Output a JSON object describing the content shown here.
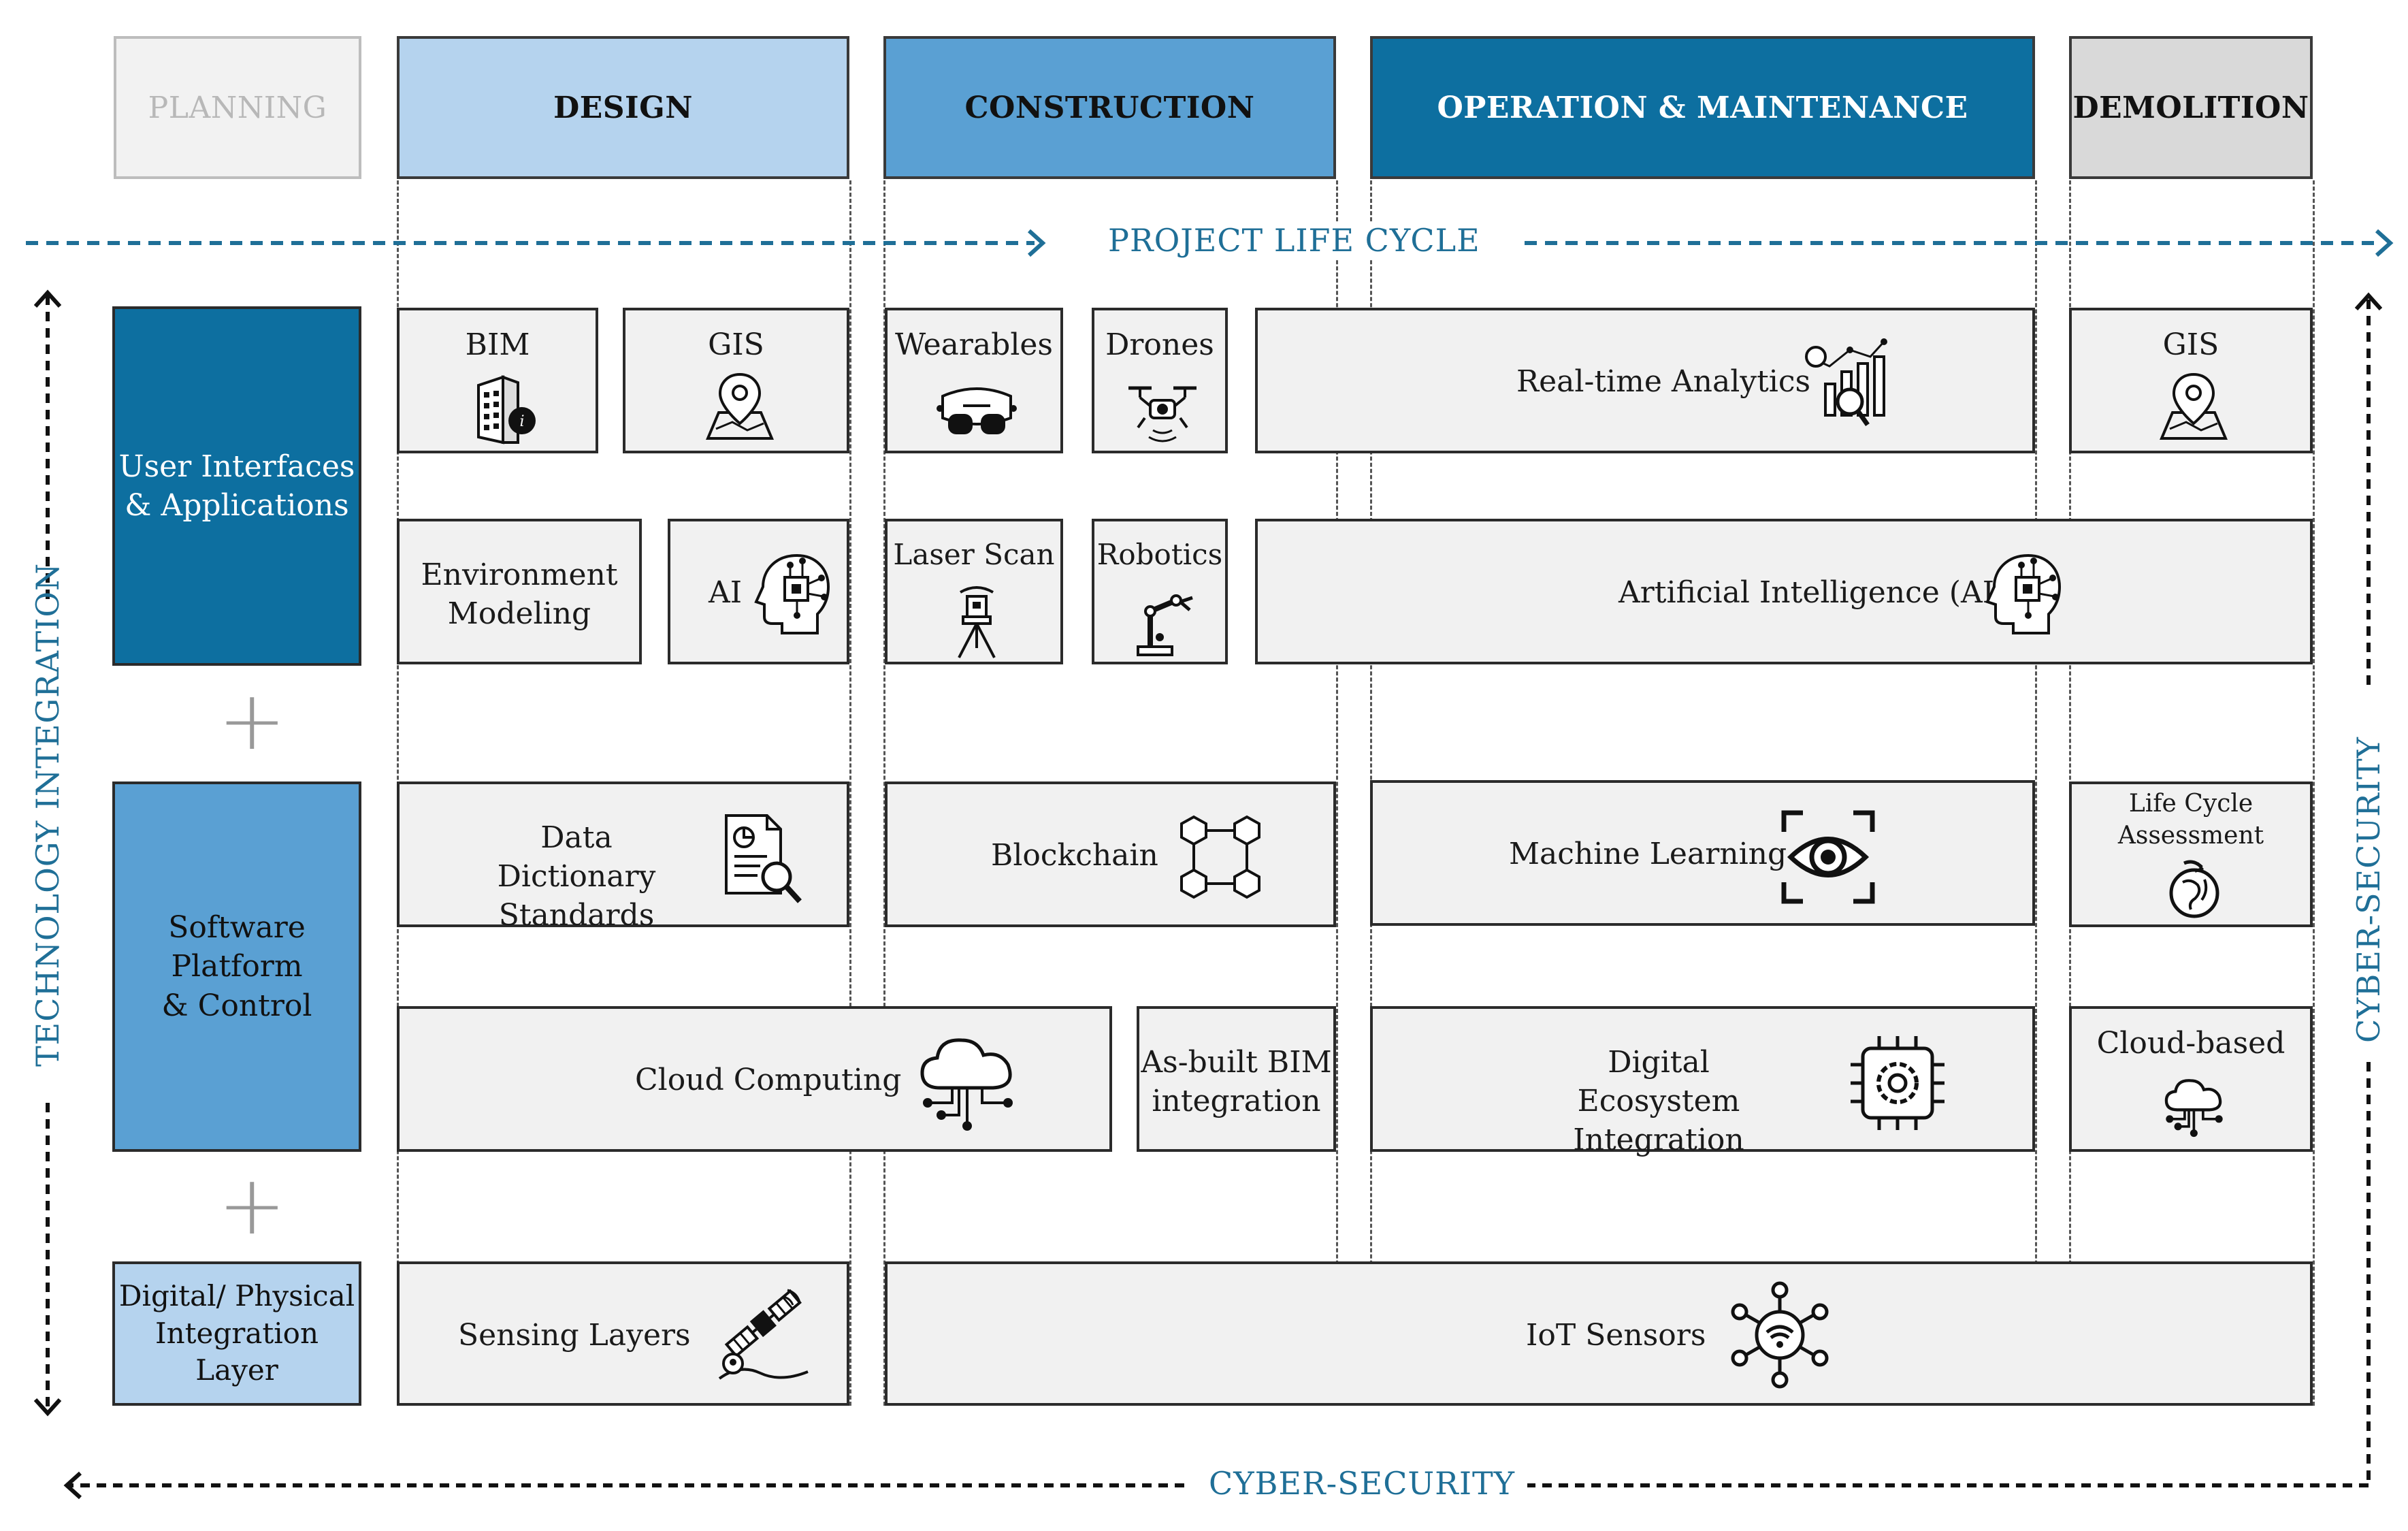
{
  "phases": {
    "planning": "PLANNING",
    "design": "DESIGN",
    "construction": "CONSTRUCTION",
    "operation": "OPERATION & MAINTENANCE",
    "demolition": "DEMOLITION"
  },
  "axis_labels": {
    "project_life_cycle": "PROJECT LIFE CYCLE",
    "technology_integration": "TECHNOLOGY INTEGRATION",
    "cyber_security_right": "CYBER-SECURITY",
    "cyber_security_bottom": "CYBER-SECURITY"
  },
  "layers": {
    "ui": "User Interfaces\n& Applications",
    "software": "Software\nPlatform\n& Control",
    "digital": "Digital/ Physical\nIntegration Layer"
  },
  "plus_sign": "+",
  "cells": {
    "bim": "BIM",
    "gis_design": "GIS",
    "wearables": "Wearables",
    "drones": "Drones",
    "realtime_analytics": "Real-time Analytics",
    "gis_demolition": "GIS",
    "environment_modeling": "Environment\nModeling",
    "ai_design": "AI",
    "laser_scan": "Laser Scan",
    "robotics": "Robotics",
    "artificial_intelligence": "Artificial Intelligence (AI)",
    "data_dictionary": "Data Dictionary\nStandards",
    "blockchain": "Blockchain",
    "machine_learning": "Machine Learning",
    "life_cycle_assessment": "Life Cycle\nAssessment",
    "cloud_computing": "Cloud Computing",
    "asbuilt_bim": "As-built BIM\nintegration",
    "digital_ecosystem": "Digital Ecosystem\nIntegration",
    "cloud_based": "Cloud-based",
    "sensing_layers": "Sensing Layers",
    "iot_sensors": "IoT Sensors"
  },
  "icons": {
    "bim": "building-icon",
    "gis": "map-pin-icon",
    "wearables": "vr-headset-icon",
    "drones": "drone-icon",
    "realtime_analytics": "analytics-chart-icon",
    "ai": "ai-brain-icon",
    "laser_scan": "laser-scanner-icon",
    "robotics": "robot-arm-icon",
    "data_dictionary": "document-search-icon",
    "blockchain": "blockchain-icon",
    "machine_learning": "eye-scan-icon",
    "life_cycle_assessment": "recycle-globe-icon",
    "cloud": "cloud-network-icon",
    "digital_ecosystem": "gear-chip-icon",
    "sensing_layers": "satellite-icon",
    "iot_sensors": "iot-network-icon"
  },
  "colors": {
    "dark_blue": "#0d6fa0",
    "mid_blue": "#5aa0d3",
    "light_blue": "#b5d3ee",
    "grey": "#d9d9d9",
    "teal_text": "#1f6f97"
  }
}
